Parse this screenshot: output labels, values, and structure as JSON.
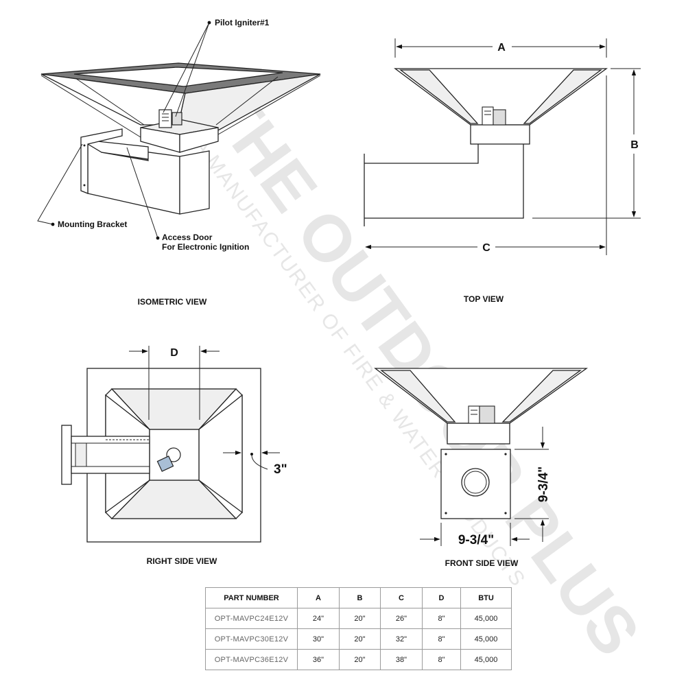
{
  "watermark": {
    "brand": "THE OUTDOOR PLUS",
    "tagline": "A MANUFACTURER OF FIRE & WATER PRODUCTS"
  },
  "isometric_view": {
    "title": "ISOMETRIC VIEW",
    "callouts": {
      "pilot": "Pilot Igniter#1",
      "bracket": "Mounting Bracket",
      "access_line1": "Access Door",
      "access_line2": "For Electronic Ignition"
    }
  },
  "top_view": {
    "title": "TOP VIEW",
    "dims": {
      "a": "A",
      "b": "B",
      "c": "C"
    }
  },
  "right_side_view": {
    "title": "RIGHT SIDE VIEW",
    "dims": {
      "d": "D",
      "offset": "3\""
    }
  },
  "front_side_view": {
    "title": "FRONT SIDE VIEW",
    "dims": {
      "height": "9-3/4\"",
      "width": "9-3/4\""
    }
  },
  "spec_table": {
    "headers": [
      "PART NUMBER",
      "A",
      "B",
      "C",
      "D",
      "BTU"
    ],
    "rows": [
      [
        "OPT-MAVPC24E12V",
        "24\"",
        "20\"",
        "26\"",
        "8\"",
        "45,000"
      ],
      [
        "OPT-MAVPC30E12V",
        "30\"",
        "20\"",
        "32\"",
        "8\"",
        "45,000"
      ],
      [
        "OPT-MAVPC36E12V",
        "36\"",
        "20\"",
        "38\"",
        "8\"",
        "45,000"
      ]
    ]
  }
}
